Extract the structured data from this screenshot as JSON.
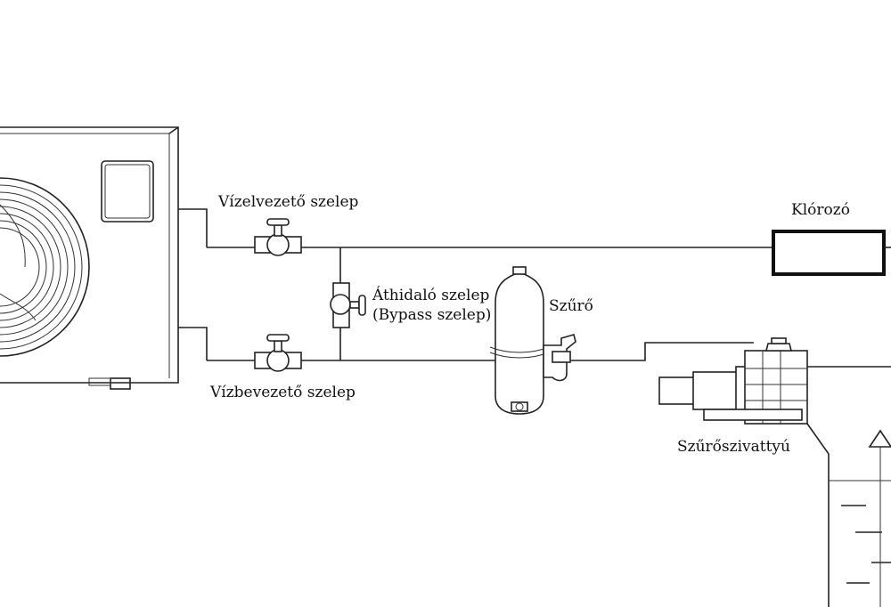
{
  "labels": {
    "outlet_valve": "Vízelvezető szelep",
    "inlet_valve": "Vízbevezető szelep",
    "bypass_valve_line1": "Áthidaló szelep",
    "bypass_valve_line2": "(Bypass szelep)",
    "filter": "Szűrő",
    "chlorinator": "Klórozó",
    "filter_pump": "Szűrőszivattyú"
  },
  "icons": [
    "heat-pump-unit",
    "fan-grille",
    "control-panel",
    "valve",
    "bypass-valve",
    "sand-filter",
    "chlorinator-box",
    "filter-pump",
    "pool-basin"
  ]
}
